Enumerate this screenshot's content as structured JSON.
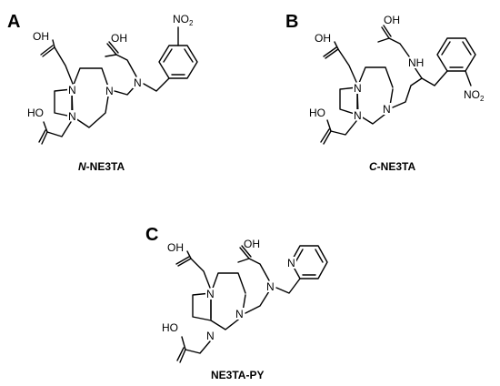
{
  "panels": [
    {
      "letter": "A",
      "caption_prefix": "N",
      "caption_rest": "-NE3TA"
    },
    {
      "letter": "B",
      "caption_prefix": "C",
      "caption_rest": "-NE3TA"
    },
    {
      "letter": "C",
      "caption_prefix": "",
      "caption_rest": "NE3TA-PY"
    }
  ],
  "atoms": {
    "oh": "OH",
    "ho": "HO",
    "n": "N",
    "nh": "NH",
    "no2_main": "NO",
    "no2_sub": "2"
  }
}
